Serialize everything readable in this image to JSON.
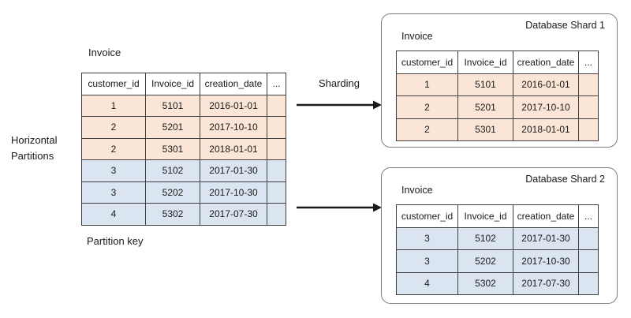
{
  "labels": {
    "horizontal_partitions": [
      "Horizontal",
      "Partitions"
    ],
    "partition_key": "Partition key",
    "sharding": "Sharding"
  },
  "columns": [
    "customer_id",
    "Invoice_id",
    "creation_date",
    "..."
  ],
  "main_table": {
    "title": "Invoice",
    "rows": [
      [
        "1",
        "5101",
        "2016-01-01"
      ],
      [
        "2",
        "5201",
        "2017-10-10"
      ],
      [
        "2",
        "5301",
        "2018-01-01"
      ],
      [
        "3",
        "5102",
        "2017-01-30"
      ],
      [
        "3",
        "5202",
        "2017-10-30"
      ],
      [
        "4",
        "5302",
        "2017-07-30"
      ]
    ]
  },
  "shard1": {
    "box_title": "Database Shard 1",
    "table_title": "Invoice",
    "rows": [
      [
        "1",
        "5101",
        "2016-01-01"
      ],
      [
        "2",
        "5201",
        "2017-10-10"
      ],
      [
        "2",
        "5301",
        "2018-01-01"
      ]
    ]
  },
  "shard2": {
    "box_title": "Database Shard 2",
    "table_title": "Invoice",
    "rows": [
      [
        "3",
        "5102",
        "2017-01-30"
      ],
      [
        "3",
        "5202",
        "2017-10-30"
      ],
      [
        "4",
        "5302",
        "2017-07-30"
      ]
    ]
  },
  "colors": {
    "partition1_fill": "#fbe5d6",
    "partition2_fill": "#dbe5f1",
    "table_border": "#404040",
    "shard_box_border": "#7f7f7f",
    "arrow": "#1a1a1a"
  }
}
